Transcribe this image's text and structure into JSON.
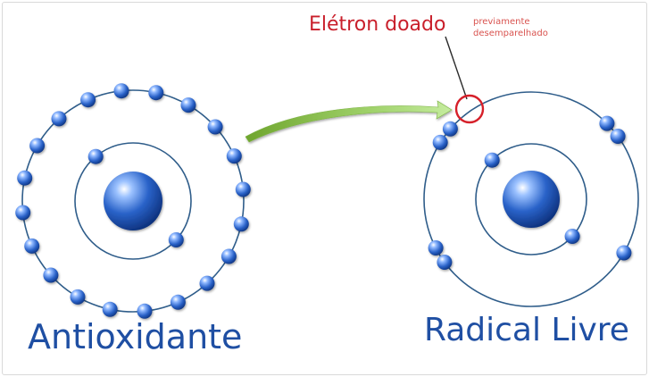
{
  "antioxidant": {
    "label": "Antioxidante",
    "outer_electrons": 20,
    "inner_electrons": 2
  },
  "free_radical": {
    "label": "Radical Livre",
    "outer_electrons": 7,
    "inner_electrons": 2
  },
  "annotation": {
    "main": "Elétron doado",
    "note_line1": "previamente",
    "note_line2": "desemparelhado"
  },
  "colors": {
    "orbit": "#2f5d8a",
    "electron": "#1e5fc4",
    "nucleus": "#1a4fb5",
    "arrow": "#8bc34a",
    "highlight": "#d6202a",
    "label_blue": "#1f4fa3"
  }
}
